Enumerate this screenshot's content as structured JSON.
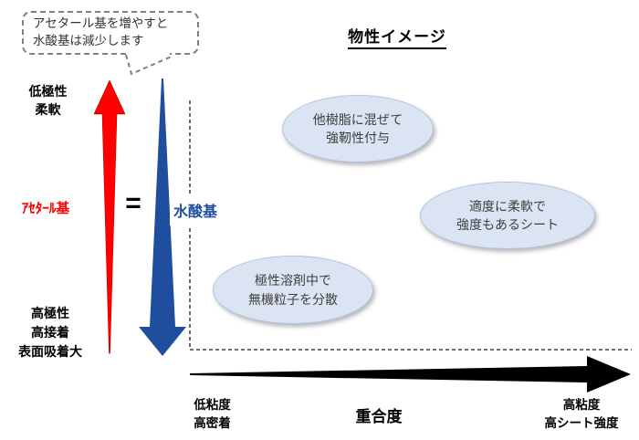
{
  "diagram": {
    "title": "物性イメージ",
    "callout": {
      "text": "アセタール基を増やすと\n水酸基は減少します"
    },
    "vertical_axis": {
      "top_label": "低極性\n柔軟",
      "bottom_label": "高極性\n高接着\n表面吸着大",
      "acetal_label": "ｱｾﾀｰﾙ基",
      "equals_sign": "=",
      "hydroxyl_label": "水酸基"
    },
    "horizontal_axis": {
      "label": "重合度",
      "left_label": "低粘度\n高密着",
      "right_label": "高粘度\n高シート強度"
    },
    "property_bubbles": [
      {
        "text": "他樹脂に混ぜて\n強靭性付与"
      },
      {
        "text": "適度に柔軟で\n強度もあるシート"
      },
      {
        "text": "極性溶剤中で\n無機粒子を分散"
      }
    ],
    "colors": {
      "acetal_red": "#FE0000",
      "hydroxyl_blue": "#1F4E9E",
      "bubble_fill": "#DBE4F2",
      "bubble_border": "#B1C5E2",
      "callout_border": "#7F7F7F",
      "axis_black": "#1A1A1A"
    }
  }
}
